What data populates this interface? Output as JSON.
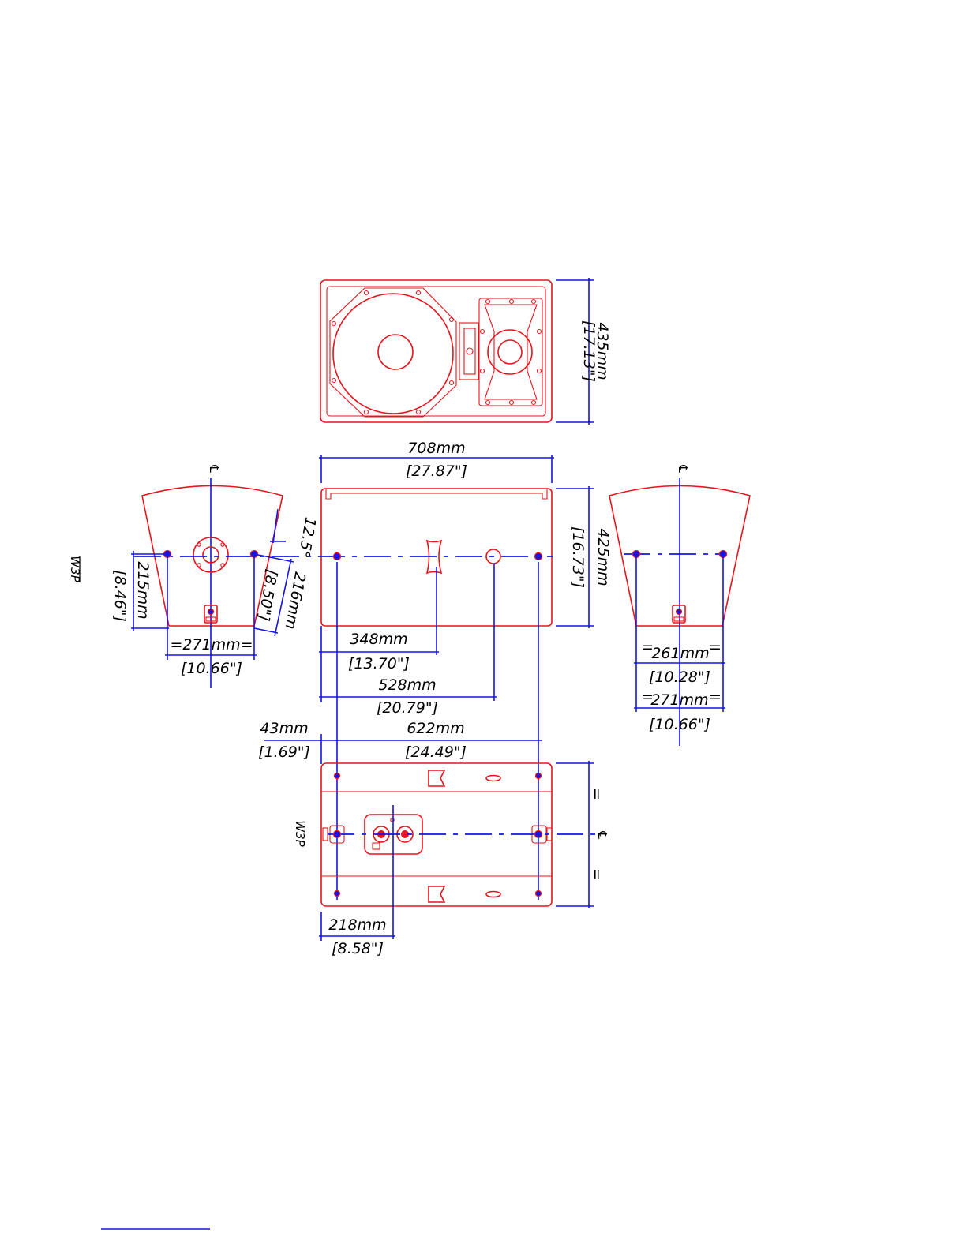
{
  "colors": {
    "outline": "#e8141c",
    "dimension": "#1414e6",
    "text": "#000000",
    "background": "#ffffff"
  },
  "front_view": {
    "height_mm": "435mm",
    "height_in": "[17.13\"]"
  },
  "top_view": {
    "width_mm": "708mm",
    "width_in": "[27.87\"]",
    "depth_mm": "425mm",
    "depth_in": "[16.73\"]",
    "handle_mm": "348mm",
    "handle_in": "[13.70\"]",
    "hole_mm": "528mm",
    "hole_in": "[20.79\"]"
  },
  "left_side_view": {
    "centerline_symbol": "℄",
    "angle": "12.5°",
    "model_label": "W3P",
    "height_mm": "215mm",
    "height_in": "[8.46\"]",
    "slant_mm": "216mm",
    "slant_in": "[8.50\"]",
    "width_mm": "=271mm=",
    "width_in": "[10.66\"]"
  },
  "right_side_view": {
    "centerline_symbol": "℄",
    "inner_width_mm": "261mm",
    "inner_width_in": "[10.28\"]",
    "outer_width_mm": "271mm",
    "outer_width_in": "[10.66\"]",
    "equals": "="
  },
  "bottom_view": {
    "offset_mm": "43mm",
    "offset_in": "[1.69\"]",
    "span_mm": "622mm",
    "span_in": "[24.49\"]",
    "connector_mm": "218mm",
    "connector_in": "[8.58\"]",
    "model_label": "W3P",
    "equals_top": "=",
    "equals_bottom": "=",
    "centerline_symbol": "℄"
  }
}
